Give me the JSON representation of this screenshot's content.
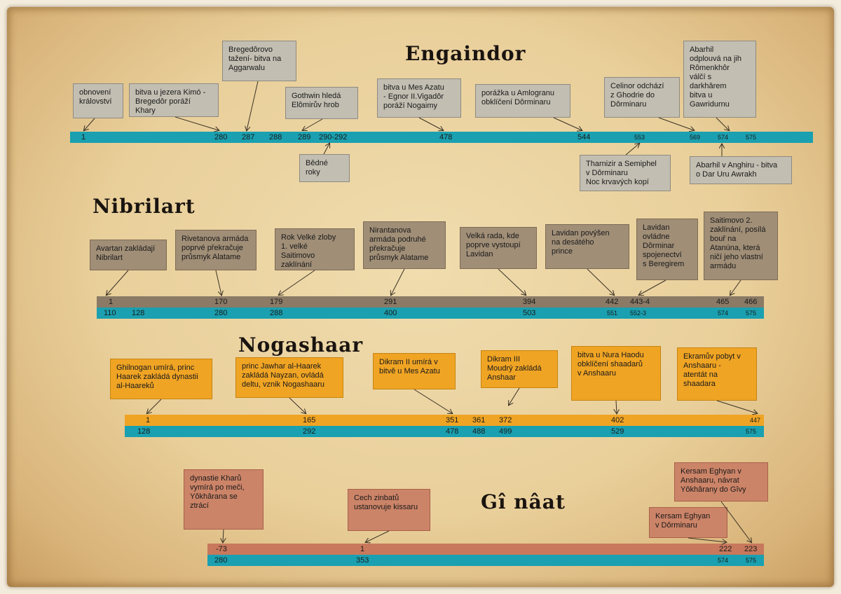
{
  "titles": {
    "engaindor": "Engaindor",
    "nibrilart": "Nibrilart",
    "nogashaar": "Nogashaar",
    "ginaat": "Gî nâat"
  },
  "colors": {
    "teal": "#1aa0b0",
    "brown": "#8a7a66",
    "orange": "#f0a424",
    "salmon": "#c8785c"
  },
  "engaindor": {
    "ticks": [
      "1",
      "280",
      "287",
      "288",
      "289",
      "290-292",
      "478",
      "544",
      "553",
      "569",
      "574",
      "575"
    ],
    "events": [
      "obnovení\nkrálovství",
      "bitva u jezera Kimó -\nBregedôr poráží Khary",
      "Bregedôrovo\ntažení- bitva na\nAggarwalu",
      "Gothwin hledá\nElômirův hrob",
      "Bědné\nroky",
      "bitva u Mes Azatu\n- Egnor II.Vigadôr\nporáží Nogaimy",
      "porážka u Amlogranu\nobklíčení Dôrminaru",
      "Tharnizir a Semiphel\nv Dôrminaru\nNoc krvavých kopí",
      "Celinor odchází\nz Ghodrie do\nDôrminaru",
      "Abarhil\nodplouvá na jih\nRômenkhôr\nválčí s\ndarkhârem\nbitva u\nGawridurnu",
      "Abarhil v Anghiru - bitva\no Dar Uru Awrakh"
    ]
  },
  "nibrilart": {
    "ticks_top": [
      "1",
      "170",
      "179",
      "291",
      "394",
      "442",
      "443-4",
      "465",
      "466"
    ],
    "ticks_bottom": [
      "110",
      "128",
      "280",
      "288",
      "400",
      "503",
      "551",
      "552-3",
      "574",
      "575"
    ],
    "events": [
      "Avartan zakládají\nNibrilart",
      "Rivetanova armáda\npoprvé překračuje\nprůsmyk Alatame",
      "Rok Velké zloby\n1. velké\nSaitimovo\nzaklínání",
      "Nirantanova\narmáda podruhé\npřekračuje\nprůsmyk Alatame",
      "Velká rada, kde\npoprve vystoupí\nLavidan",
      "Lavidan povýšen\nna desátého\nprince",
      "Lavidan\novládne\nDôrminar\nspojenectví\ns Beregirem",
      "Saitimovo 2.\nzaklínání, posílá\nbouř na\nAtanúna, která\nničí jeho vlastní\narmádu"
    ]
  },
  "nogashaar": {
    "ticks_top": [
      "1",
      "165",
      "351",
      "361",
      "372",
      "402",
      "447"
    ],
    "ticks_bottom": [
      "128",
      "292",
      "478",
      "488",
      "499",
      "529",
      "575"
    ],
    "events": [
      "Ghilnogan umírá, princ\nHaarek zakládá dynastii\nal-Haareků",
      "princ Jawhar al-Haarek\nzakládá Nayzan, ovládá\ndeltu,  vznik Nogashaaru",
      "Dikram II  umírá v\nbitvě u Mes Azatu",
      "Dikram III\nMoudrý zakládá\nAnshaar",
      "bitva u Nura Haodu\nobklíčení shaadarů\nv Anshaaru",
      "Ekramův pobyt v\nAnshaaru  -\natentát na\nshaadara"
    ]
  },
  "ginaat": {
    "ticks_top": [
      "-73",
      "1",
      "222",
      "223"
    ],
    "ticks_bottom": [
      "280",
      "353",
      "574",
      "575"
    ],
    "events": [
      "dynastie Kharů\nvymírá po meči,\nYôkhârana se\nztrácí",
      "Cech zinbatů\nustanovuje kissaru",
      "Kersam Eghyan  v\nAnshaaru, návrat\nYôkhârany do Gîvy",
      "Kersam Eghyan\nv Dôrminaru"
    ]
  }
}
